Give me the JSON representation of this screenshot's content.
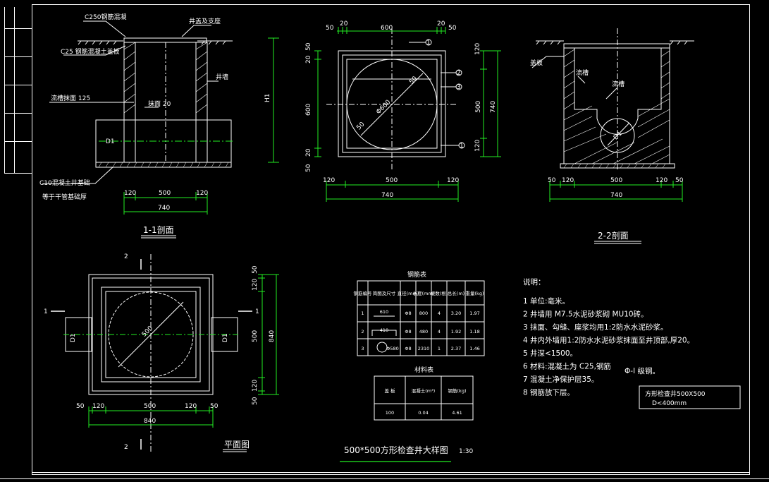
{
  "drawing": {
    "title": "500*500方形检查井大样图",
    "scale": "1:30"
  },
  "section_1_1": {
    "label": "1-1剖面",
    "c250": "C250钢筋混凝",
    "top_right": "井盖及支座",
    "c25_cover": "C25 钢筋混凝土盖板",
    "wall": "井墙",
    "channel": "流槽抹面 125",
    "bottom_mid": "抹面 20",
    "pipe_d1": "D1",
    "h1": "H1",
    "c10_base": "C10混凝土井基础",
    "base_note": "等于干管基础厚",
    "dim_a": "120",
    "dim_b": "500",
    "dim_c": "120",
    "dim_total": "740"
  },
  "plan_top": {
    "d50a": "50",
    "d20a": "20",
    "d600": "600",
    "d20b": "20",
    "d50b": "50",
    "circle": "Φ600",
    "r50a": "50",
    "r50b": "50",
    "left_50": "50",
    "left_20": "20",
    "left_600": "600",
    "left_20b": "20",
    "left_50b": "50",
    "right_120a": "120",
    "right_500": "500",
    "right_740": "740",
    "right_120b": "120",
    "bot_120a": "120",
    "bot_500": "500",
    "bot_120b": "120",
    "bot_740": "740",
    "c1": "1",
    "c2": "2",
    "c3": "3",
    "c4": "1"
  },
  "section_2_2": {
    "label": "2-2剖面",
    "left_label": "盖板",
    "mid_label": "流槽",
    "right_label": "流槽",
    "pipe": "D1",
    "dim_50a": "50",
    "dim_120a": "120",
    "dim_500": "500",
    "dim_120b": "120",
    "dim_50b": "50",
    "dim_740": "740"
  },
  "plan_view": {
    "label": "平面图",
    "circle": "500",
    "sec_mark_1": "1",
    "sec_mark_1b": "1",
    "sec_mark_2": "2",
    "sec_mark_2b": "2",
    "pipe_left": "D1",
    "pipe_right": "D1",
    "dim_50a": "50",
    "dim_120a": "120",
    "dim_500": "500",
    "dim_120b": "120",
    "dim_50b": "50",
    "dim_840": "840",
    "v50a": "50",
    "v120a": "120",
    "v500": "500",
    "v120b": "120",
    "v50b": "50",
    "v840": "840"
  },
  "rebar_table": {
    "title": "钢筋表",
    "headers": [
      "钢筋编号",
      "简图及尺寸",
      "直径(mm)",
      "长度(mm)",
      "根数(根)",
      "总长(m)",
      "重量(kg)"
    ],
    "rows": [
      [
        "1",
        "610",
        "Φ8",
        "800",
        "4",
        "3.20",
        "1.97"
      ],
      [
        "2",
        "410",
        "Φ8",
        "480",
        "4",
        "1.92",
        "1.18"
      ],
      [
        "3",
        "Φ580",
        "Φ8",
        "2310",
        "1",
        "2.37",
        "1.46"
      ]
    ]
  },
  "material_table": {
    "title": "材料表",
    "headers": [
      "盖 板",
      "混凝土(m³)",
      "钢筋(kg)"
    ],
    "row": [
      "100",
      "0.04",
      "4.61"
    ]
  },
  "notes": {
    "title": "说明：",
    "items": [
      "1  单位:毫米。",
      "2  井墙用 M7.5水泥砂浆砌 MU10砖。",
      "3  抹面、勾缝、座浆均用1:2防水水泥砂浆。",
      "4  井内外墙用1:2防水水泥砂浆抹面至井顶部,厚20。",
      "5  井深<1500。",
      "6  材料:混凝土为 C25,钢筋",
      "7  混凝土净保护层35。",
      "8  钢筋放下层。"
    ],
    "item6_tail": "Φ-I  级钢。"
  },
  "title_box": {
    "line1": "方形检查井500X500",
    "line2": "D<400mm"
  },
  "colors": {
    "background": "#000000",
    "lines": "#ffffff",
    "dimensions": "#22ee22"
  }
}
